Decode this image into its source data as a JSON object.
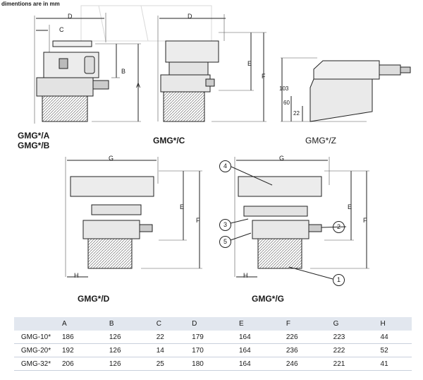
{
  "note": "dimentions are in mm",
  "captions": {
    "ab_line1": "GMG*/A",
    "ab_line2": "GMG*/B",
    "c": "GMG*/C",
    "z": "GMG*/Z",
    "d": "GMG*/D",
    "g": "GMG*/G"
  },
  "dim_letters": {
    "a": "A",
    "b": "B",
    "c": "C",
    "d": "D",
    "e": "E",
    "f": "F",
    "g": "G",
    "h": "H"
  },
  "z_dims": {
    "d103": "103",
    "d60": "60",
    "d22": "22"
  },
  "callouts": {
    "n1": "1",
    "n2": "2",
    "n3": "3",
    "n4": "4",
    "n5": "5"
  },
  "table": {
    "headers": [
      "",
      "A",
      "B",
      "C",
      "D",
      "E",
      "F",
      "G",
      "H"
    ],
    "rows": [
      [
        "GMG-10*",
        "186",
        "126",
        "22",
        "179",
        "164",
        "226",
        "223",
        "44"
      ],
      [
        "GMG-20*",
        "192",
        "126",
        "14",
        "170",
        "164",
        "236",
        "222",
        "52"
      ],
      [
        "GMG-32*",
        "206",
        "126",
        "25",
        "180",
        "164",
        "246",
        "221",
        "41"
      ]
    ]
  }
}
